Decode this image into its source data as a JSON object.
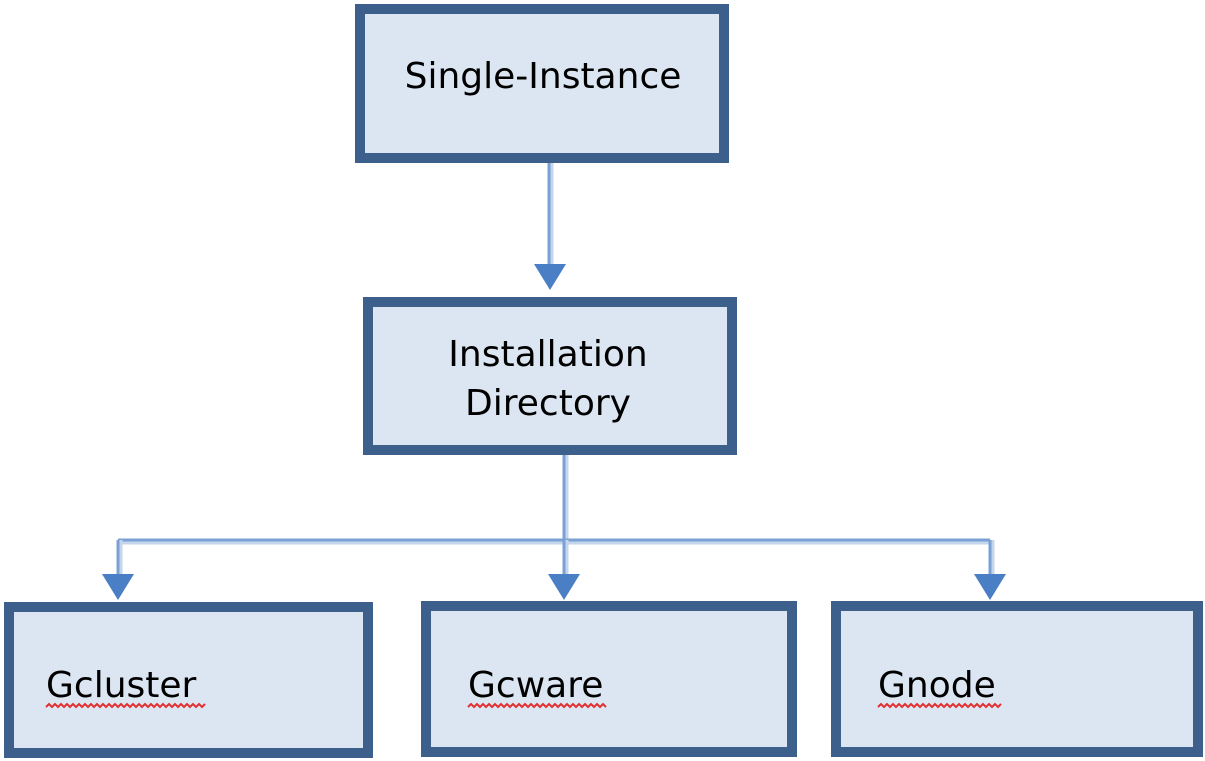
{
  "diagram": {
    "root": {
      "label": "Single-Instance"
    },
    "middle": {
      "label_line1": "Installation",
      "label_line2": "Directory"
    },
    "children": [
      {
        "label": "Gcluster",
        "spellcheck_flag": true
      },
      {
        "label": "Gcware",
        "spellcheck_flag": true
      },
      {
        "label": "Gnode",
        "spellcheck_flag": true
      }
    ]
  },
  "colors": {
    "box_fill": "#dce6f2",
    "box_border": "#3c5f8c",
    "connector": "#7aa0d4",
    "arrow": "#4a7fc6",
    "spellcheck": "#e03030"
  }
}
